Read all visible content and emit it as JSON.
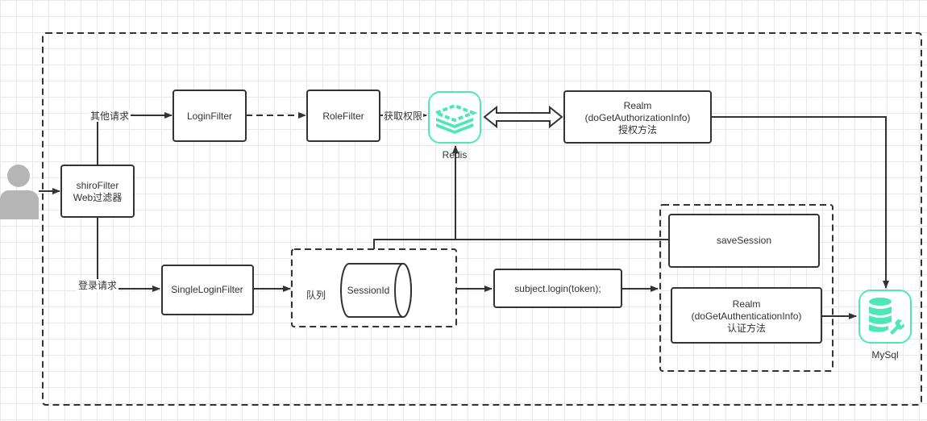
{
  "nodes": {
    "shiro": {
      "line1": "shiroFilter",
      "line2": "Web过滤器"
    },
    "login_filter": "LoginFilter",
    "role_filter": "RoleFilter",
    "redis": "Redis",
    "realm_authz": {
      "line1": "Realm",
      "line2": "(doGetAuthorizationInfo)",
      "line3": "授权方法"
    },
    "single_login_filter": "SingleLoginFilter",
    "queue": "队列",
    "session_id": "SessionId",
    "subject_login": "subject.login(token);",
    "save_session": "saveSession",
    "realm_authc": {
      "line1": "Realm",
      "line2": "(doGetAuthenticationInfo)",
      "line3": "认证方法"
    },
    "mysql": "MySql"
  },
  "edges": {
    "other_request": "其他请求",
    "login_request": "登录请求",
    "get_permission": "获取权限"
  },
  "colors": {
    "accent": "#4ee8b8",
    "stroke": "#333333"
  }
}
